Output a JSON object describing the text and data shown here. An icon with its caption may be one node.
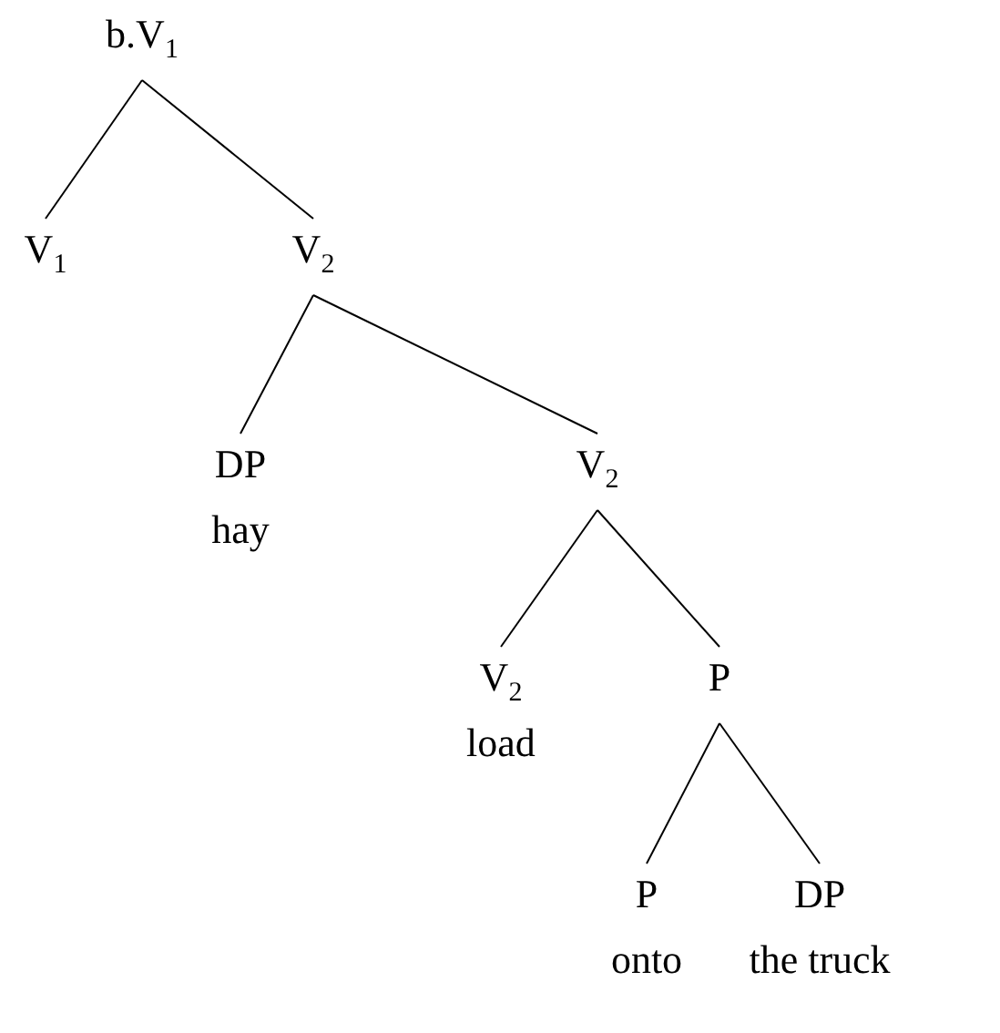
{
  "diagram": {
    "nodes": [
      {
        "text": [
          "b.V$_{1}$"
        ]
      },
      {
        "text": [
          "V$_{1}$"
        ]
      },
      {
        "text": [
          "V$_{2}$"
        ]
      },
      {
        "text": [
          "DP",
          "hay"
        ]
      },
      {
        "text": [
          "V$_{2}$"
        ]
      },
      {
        "text": [
          "V$_{2}$",
          "load"
        ]
      },
      {
        "text": [
          "P"
        ]
      },
      {
        "text": [
          "P",
          "onto"
        ]
      },
      {
        "text": [
          "DP",
          "the truck"
        ]
      }
    ],
    "edges": [
      {
        "from": 0,
        "to": 1,
        "arrow": "none"
      },
      {
        "from": 0,
        "to": 2,
        "arrow": "none"
      },
      {
        "from": 2,
        "to": 3,
        "arrow": "none"
      },
      {
        "from": 2,
        "to": 4,
        "arrow": "none"
      },
      {
        "from": 4,
        "to": 5,
        "arrow": "none"
      },
      {
        "from": 4,
        "to": 6,
        "arrow": "none"
      },
      {
        "from": 6,
        "to": 7,
        "arrow": "none"
      },
      {
        "from": 6,
        "to": 8,
        "arrow": "none"
      }
    ]
  }
}
